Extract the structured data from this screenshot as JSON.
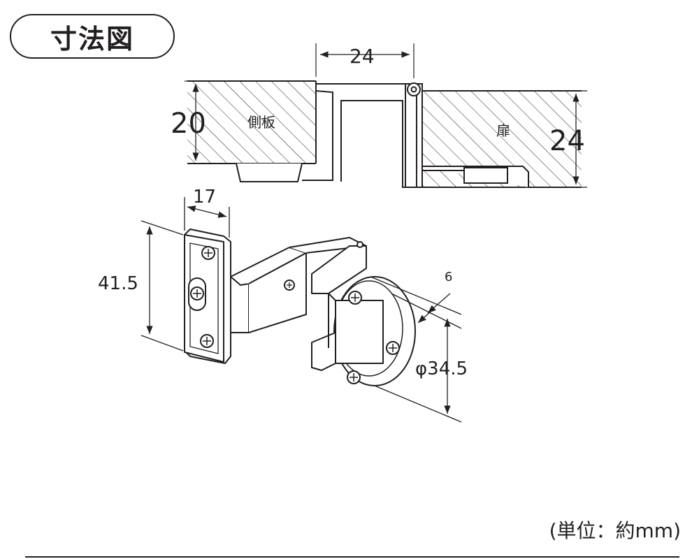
{
  "title": "寸法図",
  "labels": {
    "side_panel": "側板",
    "door": "扉",
    "side_thickness": "20",
    "door_thickness": "24",
    "gap_width": "24",
    "plate_width": "17",
    "plate_height": "41.5",
    "cup_depth": "6",
    "cup_diameter": "φ34.5"
  },
  "unit_note": "(単位：約mm)",
  "colors": {
    "ink": "#231f20",
    "background": "#ffffff"
  }
}
